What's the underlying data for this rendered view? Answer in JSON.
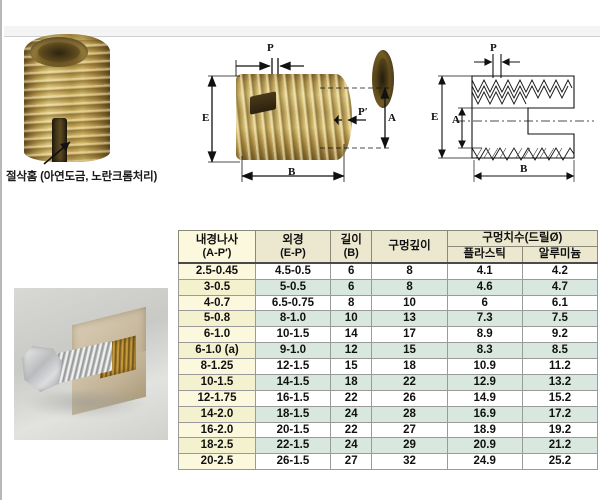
{
  "photos": {
    "insert_alt": "brass-self-tapping-threaded-insert",
    "bolt_alt": "zinc-plated-bolt-in-cutaway-insert"
  },
  "caption": {
    "text": "절삭홈 (아연도금, 노란크롬처리)"
  },
  "diagrams": {
    "middle": {
      "name": "photo-dimension-diagram",
      "labels": {
        "p": "P",
        "e": "E",
        "b": "B",
        "p_prime": "P′",
        "a": "A"
      }
    },
    "right": {
      "name": "section-line-drawing",
      "labels": {
        "p": "P",
        "e": "E",
        "a": "A",
        "b": "B"
      }
    }
  },
  "table": {
    "headers": {
      "thread": "내경나사",
      "thread_sub": "(A-P′)",
      "outer": "외경",
      "outer_sub": "(E-P)",
      "length": "길이",
      "length_sub": "(B)",
      "hole_depth": "구멍깊이",
      "drill": "구멍치수(드릴Ø)",
      "drill_plastic": "플라스틱",
      "drill_aluminum": "알루미늄"
    },
    "rows": [
      {
        "thread": "2.5-0.45",
        "outer": "4.5-0.5",
        "length": "6",
        "hole_depth": "8",
        "plastic": "4.1",
        "aluminum": "4.2"
      },
      {
        "thread": "3-0.5",
        "outer": "5-0.5",
        "length": "6",
        "hole_depth": "8",
        "plastic": "4.6",
        "aluminum": "4.7"
      },
      {
        "thread": "4-0.7",
        "outer": "6.5-0.75",
        "length": "8",
        "hole_depth": "10",
        "plastic": "6",
        "aluminum": "6.1"
      },
      {
        "thread": "5-0.8",
        "outer": "8-1.0",
        "length": "10",
        "hole_depth": "13",
        "plastic": "7.3",
        "aluminum": "7.5"
      },
      {
        "thread": "6-1.0",
        "outer": "10-1.5",
        "length": "14",
        "hole_depth": "17",
        "plastic": "8.9",
        "aluminum": "9.2"
      },
      {
        "thread": "6-1.0 (a)",
        "outer": "9-1.0",
        "length": "12",
        "hole_depth": "15",
        "plastic": "8.3",
        "aluminum": "8.5"
      },
      {
        "thread": "8-1.25",
        "outer": "12-1.5",
        "length": "15",
        "hole_depth": "18",
        "plastic": "10.9",
        "aluminum": "11.2"
      },
      {
        "thread": "10-1.5",
        "outer": "14-1.5",
        "length": "18",
        "hole_depth": "22",
        "plastic": "12.9",
        "aluminum": "13.2"
      },
      {
        "thread": "12-1.75",
        "outer": "16-1.5",
        "length": "22",
        "hole_depth": "26",
        "plastic": "14.9",
        "aluminum": "15.2"
      },
      {
        "thread": "14-2.0",
        "outer": "18-1.5",
        "length": "24",
        "hole_depth": "28",
        "plastic": "16.9",
        "aluminum": "17.2"
      },
      {
        "thread": "16-2.0",
        "outer": "20-1.5",
        "length": "22",
        "hole_depth": "27",
        "plastic": "18.9",
        "aluminum": "19.2"
      },
      {
        "thread": "18-2.5",
        "outer": "22-1.5",
        "length": "24",
        "hole_depth": "29",
        "plastic": "20.9",
        "aluminum": "21.2"
      },
      {
        "thread": "20-2.5",
        "outer": "26-1.5",
        "length": "27",
        "hole_depth": "32",
        "plastic": "24.9",
        "aluminum": "25.2"
      }
    ]
  },
  "colors": {
    "header_bg": "#ece8cf",
    "thread_col_bg": "#fbf8dd",
    "alt_row_bg": "#d8e8de",
    "grid": "#9a9a9a",
    "brass": "#c2a85f",
    "steel": "#c9cacd"
  }
}
